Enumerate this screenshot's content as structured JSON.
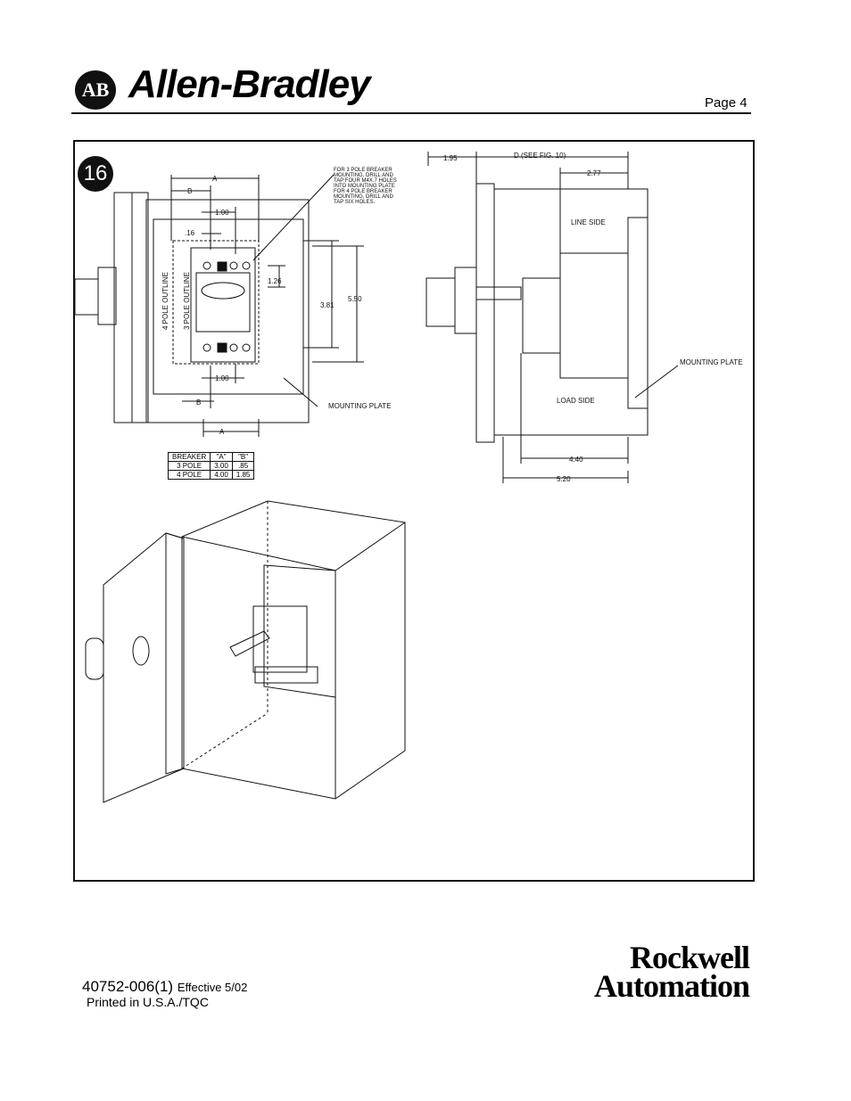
{
  "header": {
    "logo_initials": "AB",
    "brand": "Allen-Bradley",
    "page_label": "Page 4"
  },
  "figure": {
    "number": "16",
    "front": {
      "dim_a": "A",
      "dim_b": "B",
      "dim_100_top": "1.00",
      "dim_16": ".16",
      "dim_126": "1.26",
      "dim_381": "3.81",
      "dim_550": "5.50",
      "dim_100_bottom": "1.00",
      "dim_b_bottom": "B",
      "dim_a_bottom": "A",
      "outline_4pole": "4 POLE OUTLINE",
      "outline_3pole": "3 POLE OUTLINE",
      "note_lines": [
        "FOR 3 POLE BREAKER",
        "MOUNTING, DRILL AND",
        "TAP FOUR M4X.7 HOLES",
        "INTO MOUNTING PLATE",
        "FOR 4 POLE BREAKER",
        "MOUNTING, DRILL AND",
        "TAP SIX HOLES."
      ],
      "mounting_plate": "MOUNTING PLATE"
    },
    "side": {
      "dim_195": "1.95",
      "dim_d": "D (SEE FIG. 10)",
      "dim_277": "2.77",
      "line_side": "LINE SIDE",
      "load_side": "LOAD SIDE",
      "mounting_plate": "MOUNTING PLATE",
      "dim_440": "4.40",
      "dim_520": "5.20"
    },
    "table": {
      "headers": [
        "BREAKER",
        "\"A\"",
        "\"B\""
      ],
      "rows": [
        [
          "3 POLE",
          "3.00",
          ".85"
        ],
        [
          "4 POLE",
          "4.00",
          "1.85"
        ]
      ]
    }
  },
  "footer": {
    "doc_number": "40752-006(1)",
    "effective": "Effective 5/02",
    "printed": "Printed in U.S.A./TQC",
    "rockwell_line1": "Rockwell",
    "rockwell_line2": "Automation"
  }
}
